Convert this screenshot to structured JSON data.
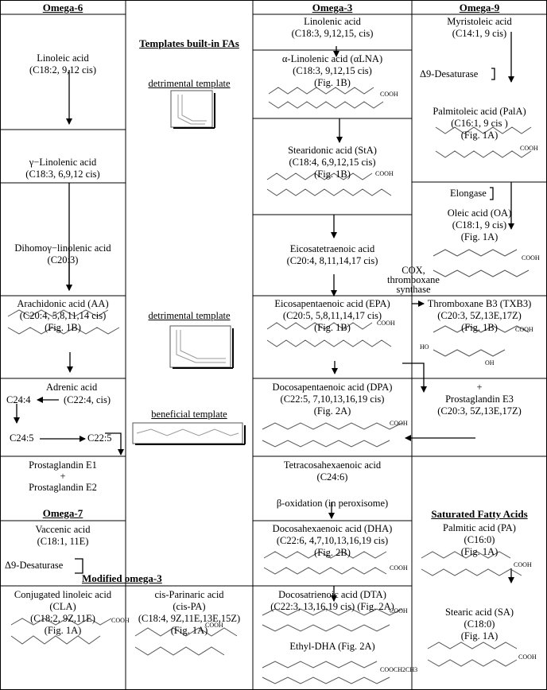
{
  "headers": {
    "omega6": "Omega-6",
    "omega3": "Omega-3",
    "omega9": "Omega-9",
    "omega7": "Omega-7",
    "modified_omega3": "Modified omega-3",
    "saturated": "Saturated Fatty Acids",
    "templates": "Templates built-in FAs"
  },
  "templates": {
    "t1": "detrimental template",
    "t2": "detrimental template",
    "t3": "beneficial template"
  },
  "omega6": {
    "linoleic": {
      "name": "Linoleic acid",
      "formula": "(C18:2, 9,12 cis)"
    },
    "gla": {
      "name": "γ−Linolenic acid",
      "formula": "(C18:3, 6,9,12 cis)"
    },
    "dgla": {
      "name": "Dihomoγ−linolenic acid",
      "formula": "(C20:3)"
    },
    "aa": {
      "name": "Arachidonic acid (AA)",
      "formula": "(C20:4, 5,8,11,14 cis)",
      "fig": "(Fig. 1B)"
    },
    "adrenic": {
      "name": "Adrenic acid",
      "formula": "(C22:4, cis)",
      "c244": "C24:4",
      "c245": "C24:5",
      "c225": "C22:5"
    },
    "pg": {
      "line1": "Prostaglandin E1",
      "plus": "+",
      "line2": "Prostaglandin E2"
    }
  },
  "omega7": {
    "vaccenic": {
      "name": "Vaccenic acid",
      "formula": "(C18:1, 11E)"
    },
    "desaturase": "Δ9-Desaturase",
    "cla": {
      "name": "Conjugated linoleic acid",
      "abbr": "(CLA)",
      "formula": "(C18:2, 9Z,11E)",
      "fig": "(Fig. 1A)"
    }
  },
  "modified": {
    "cispa": {
      "name": "cis-Parinaric acid",
      "abbr": "(cis-PA)",
      "formula": "(C18:4, 9Z,11E,13E,15Z)",
      "fig": "(Fig. 1A)"
    }
  },
  "omega3": {
    "linolenic": {
      "name": "Linolenic acid",
      "formula": "(C18:3, 9,12,15, cis)"
    },
    "ala": {
      "name": "α-Linolenic acid (αLNA)",
      "formula": "(C18:3, 9,12,15 cis)",
      "fig": "(Fig. 1B)"
    },
    "sta": {
      "name": "Stearidonic acid (StA)",
      "formula": "(C18:4, 6,9,12,15 cis)",
      "fig": "(Fig. 1B)"
    },
    "eta": {
      "name": "Eicosatetraenoic acid",
      "formula": "(C20:4, 8,11,14,17 cis)"
    },
    "epa": {
      "name": "Eicosapentaenoic acid (EPA)",
      "formula": "(C20:5, 5,8,11,14,17 cis)",
      "fig": "(Fig. 1B)"
    },
    "dpa": {
      "name": "Docosapentaenoic acid (DPA)",
      "formula": "(C22:5, 7,10,13,16,19 cis)",
      "fig": "(Fig. 2A)"
    },
    "tha": {
      "name": "Tetracosahexaenoic acid",
      "formula": "(C24:6)"
    },
    "betaox": "β-oxidation (in peroxisome)",
    "dha": {
      "name": "Docosahexaenoic acid (DHA)",
      "formula": "(C22:6, 4,7,10,13,16,19 cis)",
      "fig": "(Fig. 2B)"
    },
    "dta": {
      "name": "Docosatrienoic acid (DTA)",
      "formula": "(C22:3, 13,16,19 cis) (Fig. 2A)"
    },
    "ethyl": "Ethyl-DHA (Fig. 2A)",
    "cox": "COX,",
    "thromb": "thromboxane",
    "synthase": "synthase"
  },
  "omega9": {
    "myristoleic": {
      "name": "Myristoleic acid",
      "formula": "(C14:1, 9 cis)"
    },
    "desaturase": "Δ9-Desaturase",
    "pala": {
      "name": "Palmitoleic acid (PalA)",
      "formula": "(C16:1, 9 cis )",
      "fig": "(Fig. 1A)"
    },
    "elongase": "Elongase",
    "oa": {
      "name": "Oleic acid (OA)",
      "formula": "(C18:1, 9 cis)",
      "fig": "(Fig. 1A)"
    },
    "txb3": {
      "name": "Thromboxane B3 (TXB3)",
      "formula": "(C20:3, 5Z,13E,17Z)",
      "fig": "(Fig. 1B)"
    },
    "pge3": {
      "plus": "+",
      "name": "Prostaglandin E3",
      "formula": "(C20:3, 5Z,13E,17Z)"
    }
  },
  "saturated": {
    "pa": {
      "name": "Palmitic acid (PA)",
      "formula": "(C16:0)",
      "fig": "(Fig. 1A)"
    },
    "sa": {
      "name": "Stearic acid (SA)",
      "formula": "(C18:0)",
      "fig": "(Fig. 1A)"
    }
  },
  "structure_labels": {
    "cooh": "COOH",
    "oh": "OH",
    "ho": "HO",
    "cooch": "COOCH2CH3"
  }
}
